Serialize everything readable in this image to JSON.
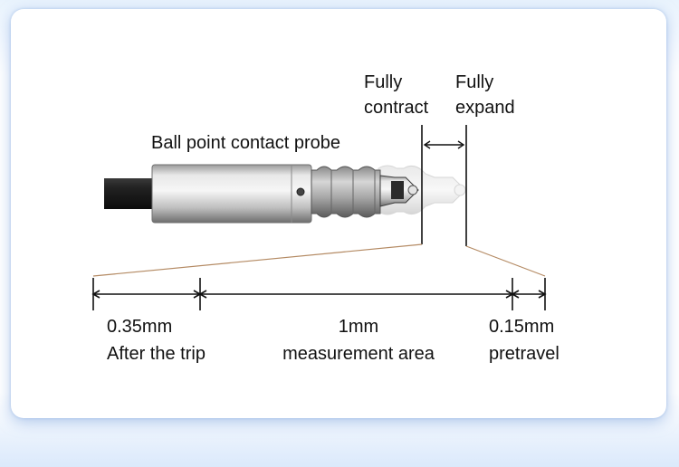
{
  "diagram": {
    "probe_label": "Ball point contact probe",
    "contract_label": {
      "line1": "Fully",
      "line2": "contract"
    },
    "expand_label": {
      "line1": "Fully",
      "line2": "expand"
    },
    "segments": [
      {
        "value": "0.35mm",
        "caption": "After the trip"
      },
      {
        "value": "1mm",
        "caption": "measurement area"
      },
      {
        "value": "0.15mm",
        "caption": "pretravel"
      }
    ],
    "colors": {
      "line": "#111111",
      "zoom_line": "#b48a63",
      "cable": "#1c1c1c",
      "body_metal": "#c9c9c9",
      "bellows": "#8e8e8e",
      "tip": "#dedede"
    }
  }
}
